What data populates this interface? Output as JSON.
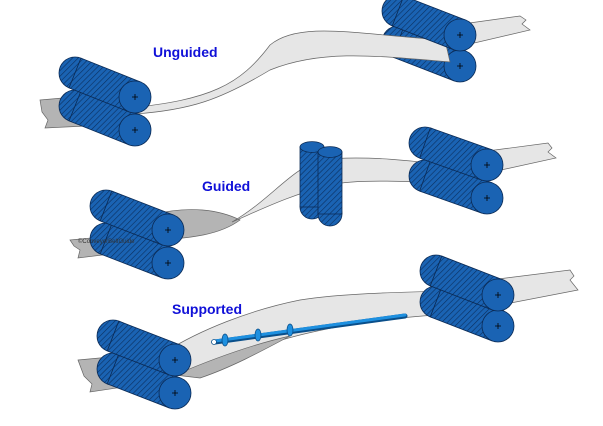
{
  "labels": {
    "unguided": "Unguided",
    "guided": "Guided",
    "supported": "Supported"
  },
  "watermark": "©ConveyorBeltGuide",
  "colors": {
    "roller": "#1a63b3",
    "roller_outline": "#0a2a55",
    "belt_dark": "#b4b4b4",
    "belt_light": "#e6e6e6",
    "support_rod": "#1e90e0",
    "label": "#1010d8"
  }
}
